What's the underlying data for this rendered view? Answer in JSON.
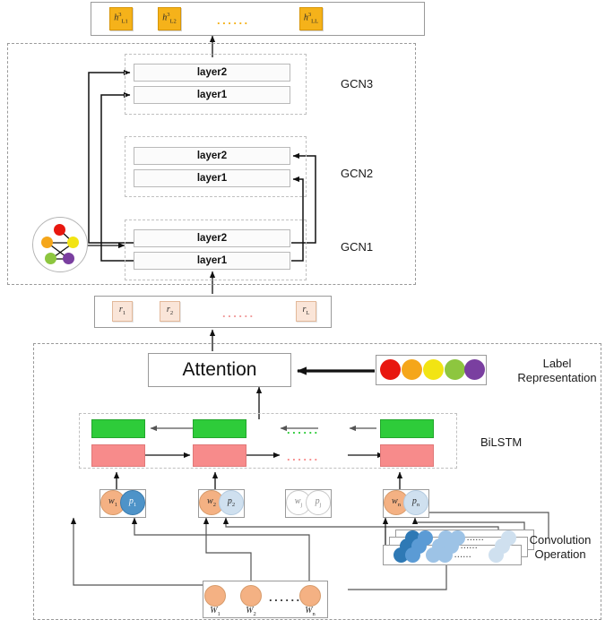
{
  "figure": {
    "type": "model-architecture-diagram",
    "title": "Hierarchical GCN + BiLSTM label-attention model"
  },
  "output_layer": {
    "name": "output-representations",
    "items": [
      {
        "base": "h",
        "sup": "3",
        "sub": "L1"
      },
      {
        "base": "h",
        "sup": "3",
        "sub": "L2"
      },
      {
        "base": "h",
        "sup": "3",
        "sub": "LL"
      }
    ],
    "ellipsis": "......",
    "ellipsis_color": "#f5b21a",
    "box_color": "#f5b21a"
  },
  "gcn_section": {
    "name": "gcn-stack",
    "blocks": [
      {
        "id": "gcn3",
        "label": "GCN3",
        "layers": [
          "layer2",
          "layer1"
        ]
      },
      {
        "id": "gcn2",
        "label": "GCN2",
        "layers": [
          "layer2",
          "layer1"
        ]
      },
      {
        "id": "gcn1",
        "label": "GCN1",
        "layers": [
          "layer2",
          "layer1"
        ]
      }
    ],
    "graph_node": {
      "name": "label-graph",
      "node_colors": [
        "#e8170f",
        "#f5a61a",
        "#f2e413",
        "#8dc63f",
        "#7a3fa0"
      ]
    }
  },
  "feature_layer": {
    "name": "sentence-feature-vectors",
    "items": [
      {
        "base": "r",
        "sub": "1"
      },
      {
        "base": "r",
        "sub": "2"
      },
      {
        "base": "r",
        "sub": "L"
      }
    ],
    "ellipsis": "......",
    "ellipsis_color": "#f09a9a",
    "box_color": "#fae5d8"
  },
  "attention": {
    "name": "attention-module",
    "label": "Attention"
  },
  "label_representation": {
    "name": "label-representation",
    "caption_line1": "Label",
    "caption_line2": "Representation",
    "dot_colors": [
      "#e8170f",
      "#f5a61a",
      "#f2e413",
      "#8dc63f",
      "#7a3fa0"
    ]
  },
  "bilstm": {
    "name": "bilstm-module",
    "label": "BiLSTM",
    "forward_color": "#f78b8b",
    "backward_color": "#2ecc3a",
    "ellipsis_forward": "......",
    "ellipsis_backward": "......"
  },
  "embedding_layer": {
    "name": "token-embeddings",
    "pairs": [
      {
        "word": {
          "base": "w",
          "sub": "1"
        },
        "pos": {
          "base": "p",
          "sub": "1"
        },
        "faded": false
      },
      {
        "word": {
          "base": "w",
          "sub": "2"
        },
        "pos": {
          "base": "p",
          "sub": "2"
        },
        "faded": false
      },
      {
        "word": {
          "base": "w",
          "sub": "j"
        },
        "pos": {
          "base": "p",
          "sub": "j"
        },
        "faded": true
      },
      {
        "word": {
          "base": "w",
          "sub": "n"
        },
        "pos": {
          "base": "p",
          "sub": "n"
        },
        "faded": false
      }
    ]
  },
  "convolution": {
    "name": "convolution-operation",
    "caption_line1": "Convolution",
    "caption_line2": "Operation",
    "rows": 3,
    "ellipsis": "......",
    "dot_colors": [
      "#2e79b5",
      "#5b9bd5",
      "#9dc3e6",
      "#cfe0ef"
    ]
  },
  "input_layer": {
    "name": "input-words",
    "items": [
      {
        "base": "W",
        "sub": "1"
      },
      {
        "base": "W",
        "sub": "2"
      },
      {
        "base": "W",
        "sub": "n"
      }
    ],
    "ellipsis": "......",
    "circle_color": "#f4b183"
  }
}
